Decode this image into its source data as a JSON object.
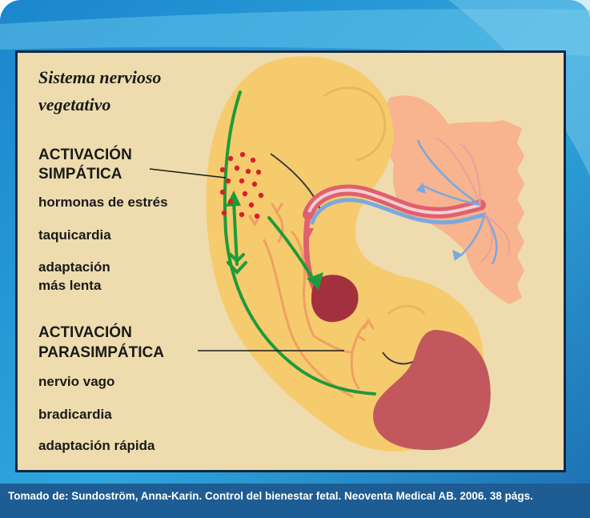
{
  "title": "Sistema nervioso vegetativo",
  "sympathetic": {
    "heading_1": "ACTIVACIÓN",
    "heading_2": "SIMPÁTICA",
    "items": [
      "hormonas de estrés",
      "taquicardia",
      "adaptación",
      "más lenta"
    ]
  },
  "parasympathetic": {
    "heading_1": "ACTIVACIÓN",
    "heading_2": "PARASIMPÁTICA",
    "items": [
      "nervio vago",
      "bradicardia",
      "adaptación rápida"
    ]
  },
  "caption": "Tomado de: Sundoström, Anna-Karin. Control del bienestar fetal. Neoventa Medical AB. 2006. 38 págs.",
  "colors": {
    "panel_fill": "#eedcae",
    "fetus_body": "#f5cb6e",
    "placenta": "#f7b48e",
    "heart": "#a3303e",
    "liver": "#c2575e",
    "nerve_green": "#1f9a3a",
    "nerve_orange": "#f0a060",
    "hormone_dots": "#d8202a",
    "artery_red": "#e0606e",
    "vein_blue": "#7aa8e0",
    "frame_blue": "#2a9fd8",
    "caption_bar": "#1e5c94"
  }
}
